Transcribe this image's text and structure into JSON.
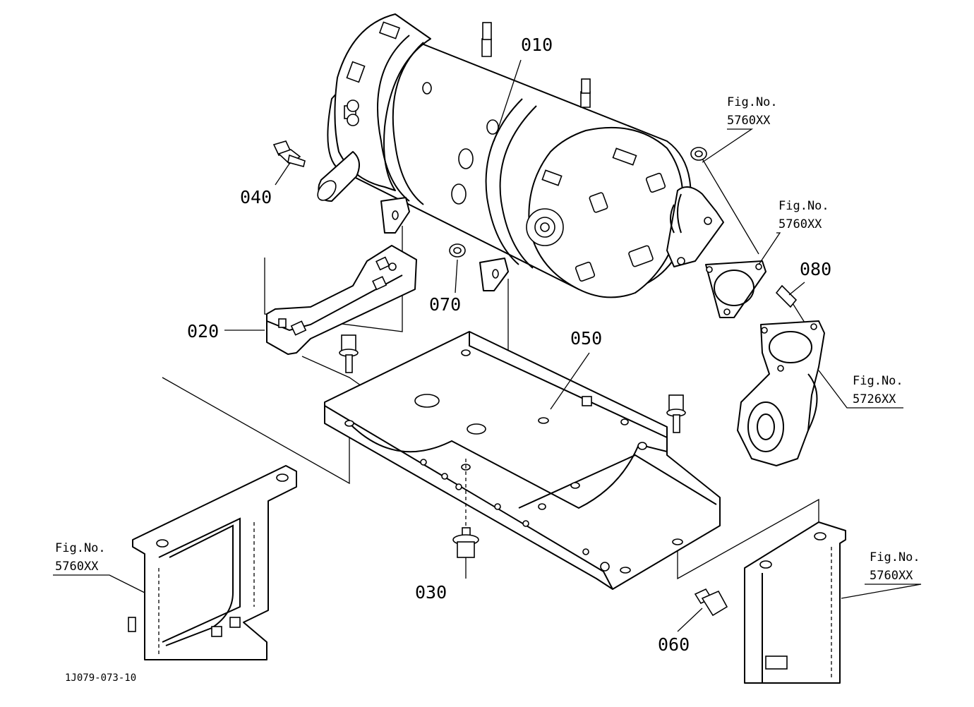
{
  "parts": {
    "p010": "010",
    "p020": "020",
    "p030": "030",
    "p040": "040",
    "p050": "050",
    "p060": "060",
    "p070": "070",
    "p080": "080"
  },
  "figrefs": {
    "top_right": {
      "title": "Fig.No.",
      "code": "5760XX"
    },
    "gasket": {
      "title": "Fig.No.",
      "code": "5760XX"
    },
    "pipe": {
      "title": "Fig.No.",
      "code": "5726XX"
    },
    "left_frame": {
      "title": "Fig.No.",
      "code": "5760XX"
    },
    "right_frame": {
      "title": "Fig.No.",
      "code": "5760XX"
    }
  },
  "drawing_code": "1J079-073-10",
  "colors": {
    "line": "#000000",
    "background": "#ffffff"
  }
}
